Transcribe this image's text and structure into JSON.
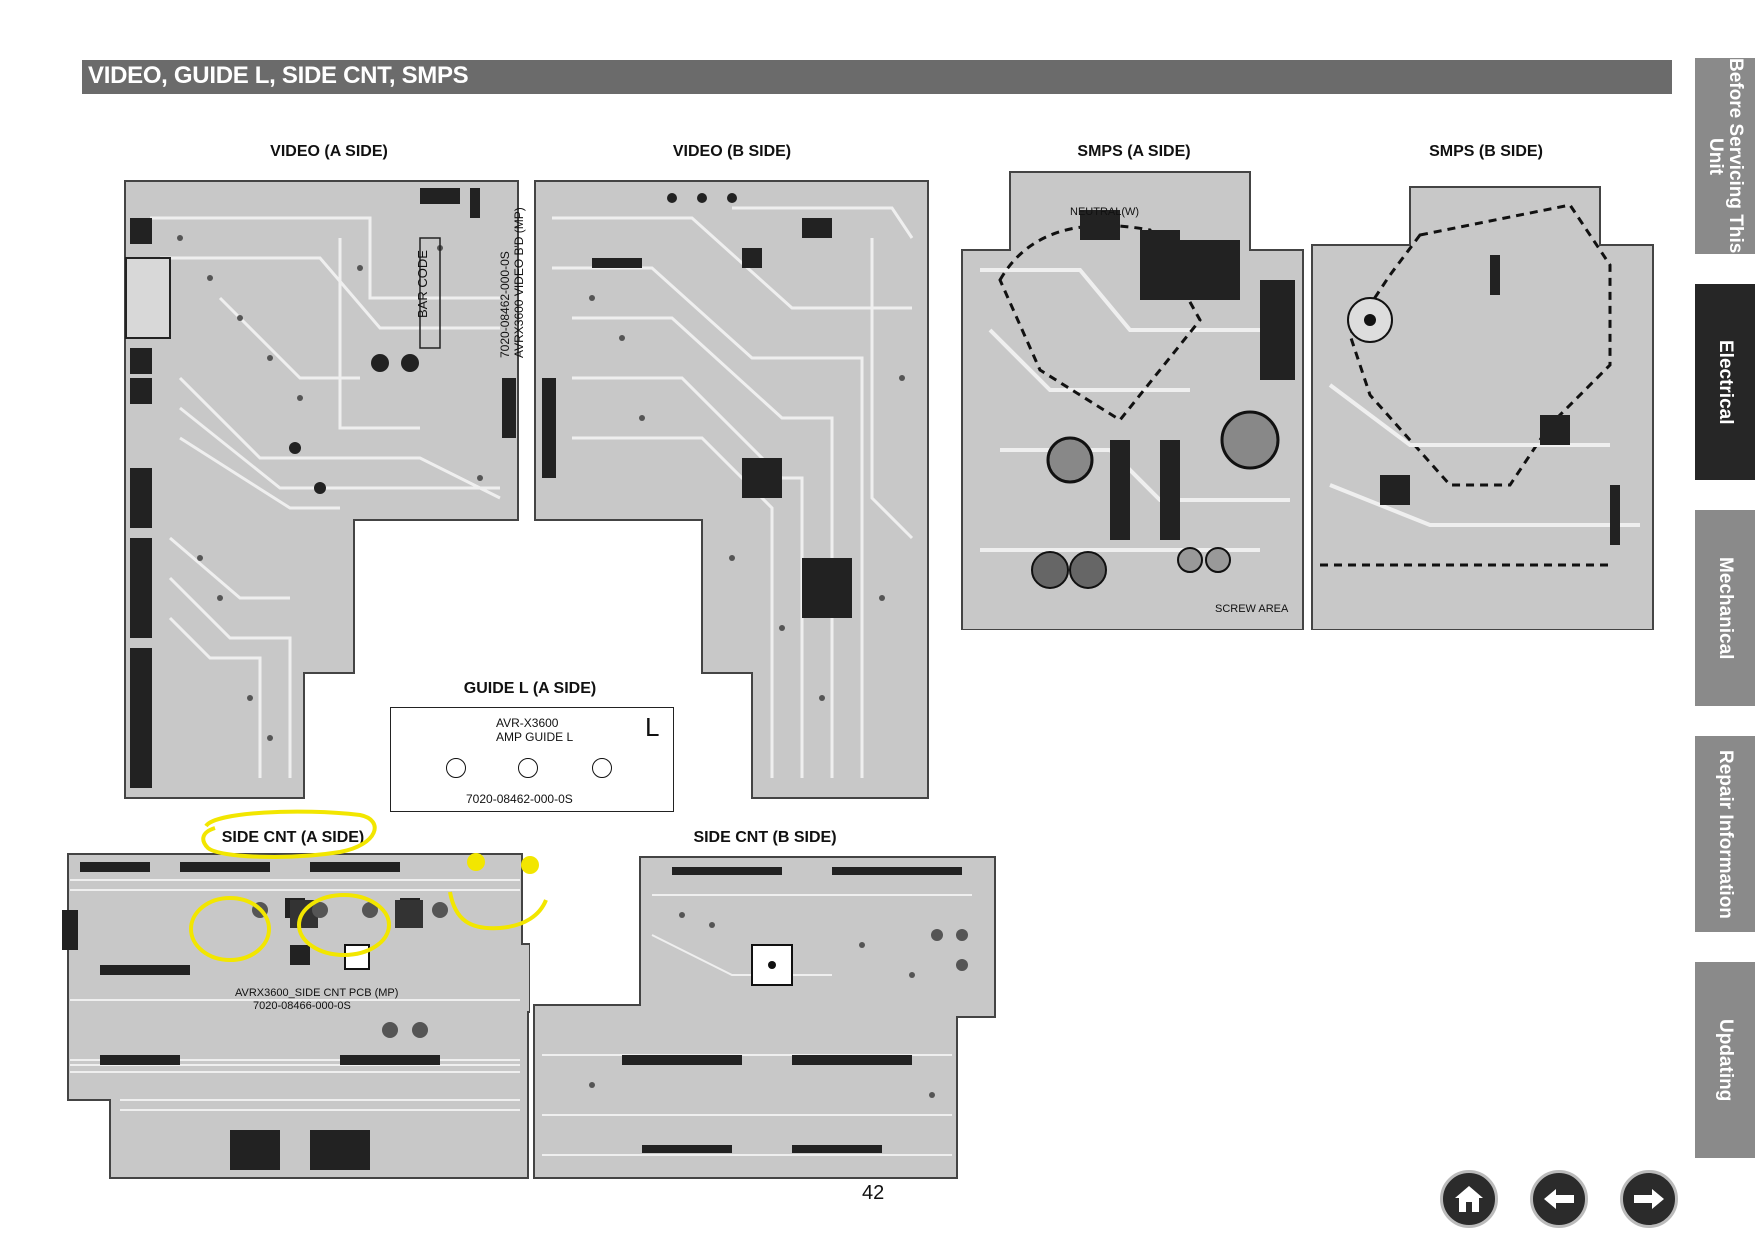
{
  "section_title": "VIDEO, GUIDE L, SIDE CNT, SMPS",
  "boards": {
    "video_a": "VIDEO (A SIDE)",
    "video_b": "VIDEO (B SIDE)",
    "smps_a": "SMPS (A SIDE)",
    "smps_b": "SMPS (B SIDE)",
    "guide_l": "GUIDE L (A SIDE)",
    "side_cnt_a": "SIDE CNT (A SIDE)",
    "side_cnt_b": "SIDE CNT (B SIDE)"
  },
  "guide_board": {
    "model": "AVR-X3600",
    "name": "AMP GUIDE L",
    "letter": "L",
    "part_number": "7020-08462-000-0S"
  },
  "video_board_text": {
    "barcode": "BAR CODE",
    "part": "7020-08462-000-0S",
    "model": "AVRX3600 VIDEO B'D (MP)"
  },
  "side_cnt_text": {
    "model": "AVRX3600_SIDE CNT PCB (MP)",
    "part": "7020-08466-000-0S"
  },
  "smps_text": {
    "neutral": "NEUTRAL(W)",
    "screw_area": "SCREW AREA"
  },
  "page_number": "42",
  "side_tabs": [
    {
      "label": "Before Servicing This Unit",
      "active": false
    },
    {
      "label": "Electrical",
      "active": true
    },
    {
      "label": "Mechanical",
      "active": false
    },
    {
      "label": "Repair Information",
      "active": false
    },
    {
      "label": "Updating",
      "active": false
    }
  ],
  "nav": {
    "home": "home-icon",
    "back": "arrow-left-icon",
    "next": "arrow-right-icon"
  },
  "colors": {
    "title_bar": "#6b6b6b",
    "tab": "#8a8a8a",
    "tab_active": "#262626",
    "annotation": "#f2e600"
  }
}
